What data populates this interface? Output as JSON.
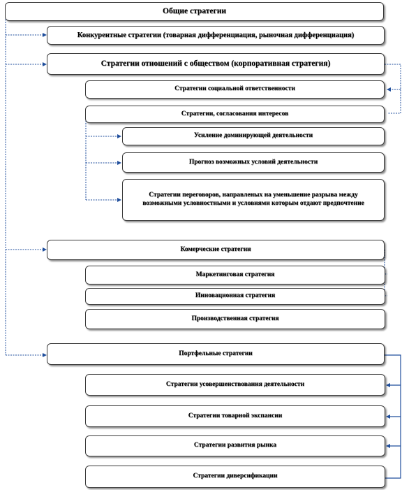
{
  "diagram": {
    "root": "Общие стратегии",
    "competitive": "Конкурентные  стратегии (товарная дифференциация, рыночная дифференциация)",
    "social_relations": {
      "title": "Стратегии отношений с обществом (корпоративная стратегия)",
      "social_responsibility": "Стратегии  социальной ответственности",
      "interests": {
        "title": "Стратегии,  согласования интересов",
        "items": [
          "Усиление  доминирующей деятельности",
          "Прогноз возможных  условий деятельности",
          "Стратегии  переговоров, направленых  на уменьшение разрыва между возможными  условностными и условиями которым отдают предпочтение"
        ]
      }
    },
    "commercial": {
      "title": "Комерческие стратегии",
      "items": [
        "Маркетинговая  стратегия",
        "Инновационная стратегия",
        "Производственная  стратегия"
      ]
    },
    "portfolio": {
      "title": "Портфельные стратегии",
      "items": [
        "Стратегии  усовершенствования деятельности",
        "Стратегии  товарной экспансии",
        "Стратегии  развития рынка",
        "Стратегии  диверсификации"
      ]
    }
  },
  "colors": {
    "connector": "#1f4e9c",
    "border": "#3a3a3a"
  }
}
